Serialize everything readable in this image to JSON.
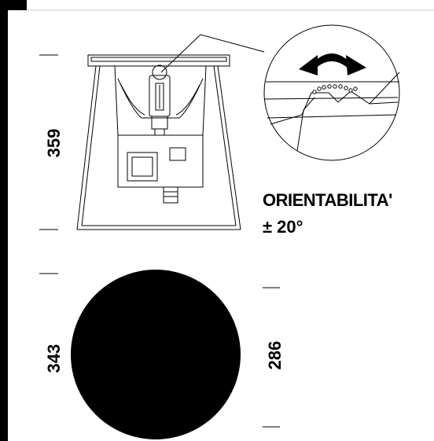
{
  "dimensions": {
    "height_fixture": "359",
    "diameter_outer": "343",
    "diameter_inner": "286"
  },
  "labels": {
    "orientation": "ORIENTABILITA'",
    "orientation_range": "± 20°"
  },
  "colors": {
    "ink": "#000000",
    "background": "#ffffff",
    "hairline": "#e6e6e6"
  }
}
